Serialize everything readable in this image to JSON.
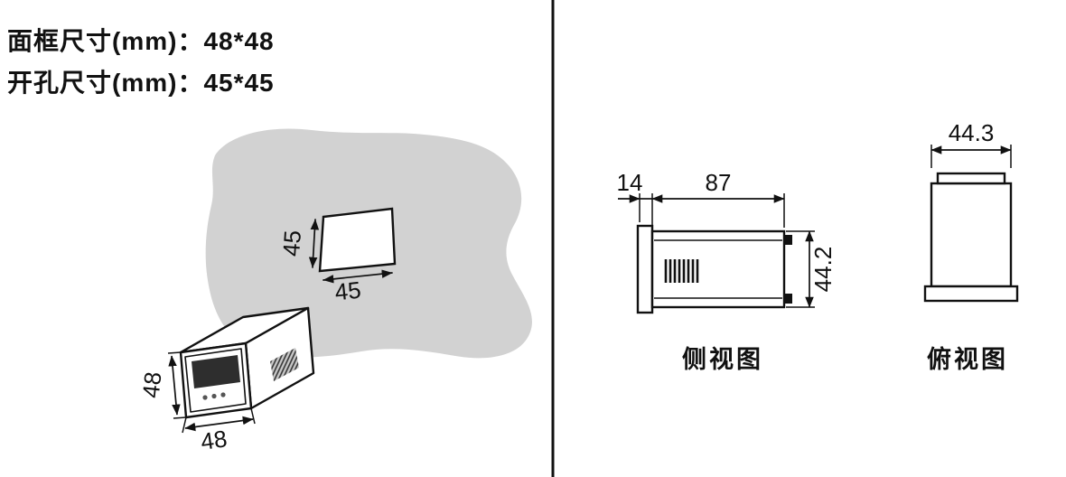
{
  "colors": {
    "blob": "#d2d2d2",
    "line": "#111111",
    "display": "#2e2e2e"
  },
  "header": {
    "line1": "面框尺寸(mm)：48*48",
    "line2": "开孔尺寸(mm)：45*45"
  },
  "cutout_view": {
    "height": "45",
    "width": "45"
  },
  "meter_view": {
    "height": "48",
    "width": "48"
  },
  "side_view": {
    "title": "侧视图",
    "flange_depth": "14",
    "body_depth": "87",
    "height": "44.2"
  },
  "top_view": {
    "title": "俯视图",
    "width": "44.3"
  }
}
